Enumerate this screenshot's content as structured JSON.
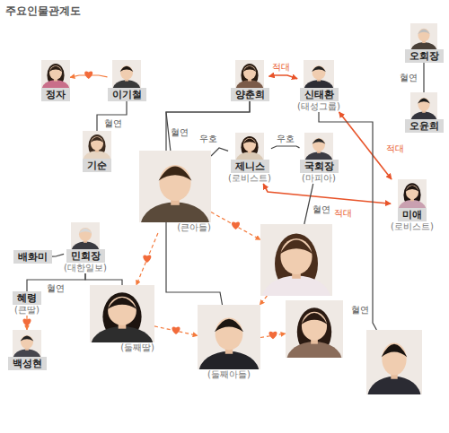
{
  "diagram": {
    "title": "주요인물관계도",
    "nodes": [
      {
        "text": [
          "정자"
        ]
      },
      {
        "text": [
          "이기철"
        ]
      },
      {
        "text": [
          "기순"
        ]
      },
      {
        "text": [
          "양춘희"
        ]
      },
      {
        "text": [
          "신태환",
          "(태성그룹)"
        ]
      },
      {
        "text": [
          "오회장"
        ]
      },
      {
        "text": [
          "오윤희"
        ]
      },
      {
        "text": [
          "제니스",
          "(로비스트)"
        ]
      },
      {
        "text": [
          "국회장",
          "(마피아)"
        ]
      },
      {
        "text": [
          "(큰아들)"
        ]
      },
      {
        "text": [
          "미애",
          "(로비스트)"
        ]
      },
      {
        "text": [
          "배화미"
        ]
      },
      {
        "text": [
          "민회장",
          "(대한일보)"
        ]
      },
      {
        "text": [
          "혜령",
          "(큰딸)"
        ]
      },
      {
        "text": [
          "백성현"
        ]
      },
      {
        "text": [
          "(둘째딸)"
        ]
      },
      {
        "text": []
      },
      {
        "text": [
          "(둘째아들)"
        ]
      },
      {
        "text": []
      },
      {
        "text": []
      }
    ],
    "edges": [
      {
        "from": 1,
        "to": 0,
        "arrow": "to"
      },
      {
        "from": 1,
        "to": 2,
        "arrow": "none",
        "label": "혈연"
      },
      {
        "from": 3,
        "to": 4,
        "arrow": "both",
        "label": "적대"
      },
      {
        "from": 5,
        "to": 6,
        "arrow": "none",
        "label": "혈연"
      },
      {
        "from": 4,
        "to": 10,
        "arrow": "both",
        "label": "적대"
      },
      {
        "from": 7,
        "to": 10,
        "arrow": "both",
        "label": "적대"
      },
      {
        "from": 7,
        "to": 8,
        "arrow": "none",
        "label": "우호"
      },
      {
        "from": 9,
        "to": 7,
        "arrow": "none",
        "label": "우호"
      },
      {
        "from": 3,
        "to": 9,
        "arrow": "none",
        "label": "혈연"
      },
      {
        "from": 8,
        "to": 16,
        "arrow": "none",
        "label": "혈연"
      },
      {
        "from": 4,
        "to": 19,
        "arrow": "none",
        "label": "혈연"
      },
      {
        "from": 3,
        "to": 17,
        "arrow": "none"
      },
      {
        "from": 12,
        "to": 13,
        "arrow": "none",
        "label": "혈연"
      },
      {
        "from": 12,
        "to": 15,
        "arrow": "none"
      },
      {
        "from": 13,
        "to": 14,
        "arrow": "to"
      },
      {
        "from": 9,
        "to": 15,
        "arrow": "to"
      },
      {
        "from": 9,
        "to": 16,
        "arrow": "to"
      },
      {
        "from": 15,
        "to": 17,
        "arrow": "to"
      },
      {
        "from": 16,
        "to": 17,
        "arrow": "to"
      },
      {
        "from": 17,
        "to": 18,
        "arrow": "to"
      },
      {
        "from": 11,
        "to": 12,
        "arrow": "none"
      }
    ]
  }
}
